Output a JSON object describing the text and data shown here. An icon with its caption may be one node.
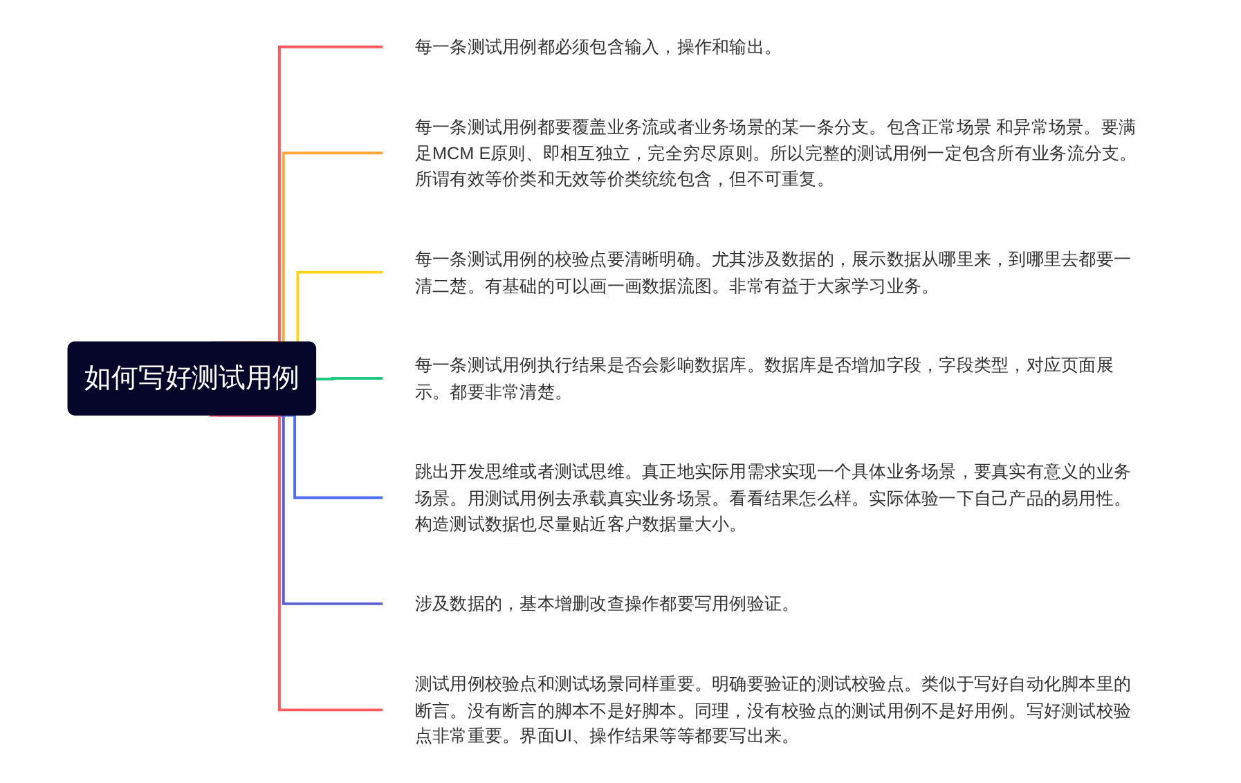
{
  "diagram": {
    "nodes": [
      {
        "text": [
          "如何写好测试用例"
        ]
      },
      {
        "text": [
          "每一条测试用例都必须包含输入，操作和输出。"
        ]
      },
      {
        "text": [
          "每一条测试用例都要覆盖业务流或者业务场景的某一条分支。包含正常场景 和异常场景。要满足MCM E原则、即相互独立，完全穷尽原则。所以完整的测试用例一定包含所有业务流分支。所谓有效等价类和无效等价类统统包含，但不可重复。"
        ]
      },
      {
        "text": [
          "每一条测试用例的校验点要清晰明确。尤其涉及数据的，展示数据从哪里来，到哪里去都要一清二楚。有基础的可以画一画数据流图。非常有益于大家学习业务。"
        ]
      },
      {
        "text": [
          "每一条测试用例执行结果是否会影响数据库。数据库是否增加字段，字段类型，对应页面展示。都要非常清楚。"
        ]
      },
      {
        "text": [
          "跳出开发思维或者测试思维。真正地实际用需求实现一个具体业务场景，要真实有意义的业务场景。用测试用例去承载真实业务场景。看看结果怎么样。实际体验一下自己产品的易用性。构造测试数据也尽量贴近客户数据量大小。"
        ]
      },
      {
        "text": [
          "涉及数据的，基本增删改查操作都要写用例验证。"
        ]
      },
      {
        "text": [
          "测试用例校验点和测试场景同样重要。明确要验证的测试校验点。类似于写好自动化脚本里的断言。没有断言的脚本不是好脚本。同理，没有校验点的测试用例不是好用例。写好测试校验点非常重要。界面UI、操作结果等等都要写出来。"
        ]
      }
    ],
    "edges": [
      {
        "from": 0,
        "to": 1,
        "arrow": "none",
        "color": "#ff5a5f"
      },
      {
        "from": 0,
        "to": 2,
        "arrow": "none",
        "color": "#ffa63d"
      },
      {
        "from": 0,
        "to": 3,
        "arrow": "none",
        "color": "#ffd31a"
      },
      {
        "from": 0,
        "to": 4,
        "arrow": "none",
        "color": "#22c983"
      },
      {
        "from": 0,
        "to": 5,
        "arrow": "none",
        "color": "#4f6cf7"
      },
      {
        "from": 0,
        "to": 6,
        "arrow": "none",
        "color": "#5b5fd8"
      },
      {
        "from": 0,
        "to": 7,
        "arrow": "none",
        "color": "#ff5a5f"
      }
    ]
  }
}
